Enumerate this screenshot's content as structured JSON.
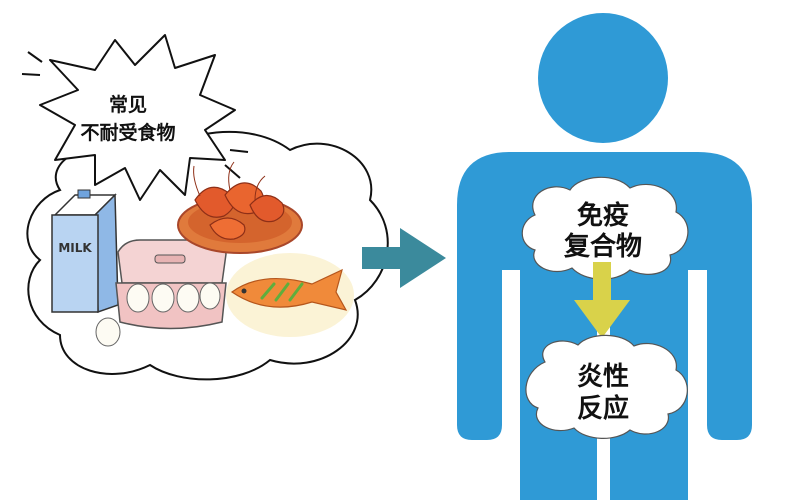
{
  "bubble": {
    "line1": "常见",
    "line2": "不耐受食物"
  },
  "milk_carton": {
    "label": "MILK"
  },
  "body_labels": {
    "cloud_top": {
      "line1": "免疫",
      "line2": "复合物"
    },
    "cloud_bottom": {
      "line1": "炎性",
      "line2": "反应"
    }
  },
  "colors": {
    "body_blue": "#2f9ad6",
    "arrow_teal": "#3b8a9c",
    "arrow_yellow": "#d9d24a",
    "shrimp_orange": "#e25a2c",
    "fish_orange": "#f08a3a"
  }
}
